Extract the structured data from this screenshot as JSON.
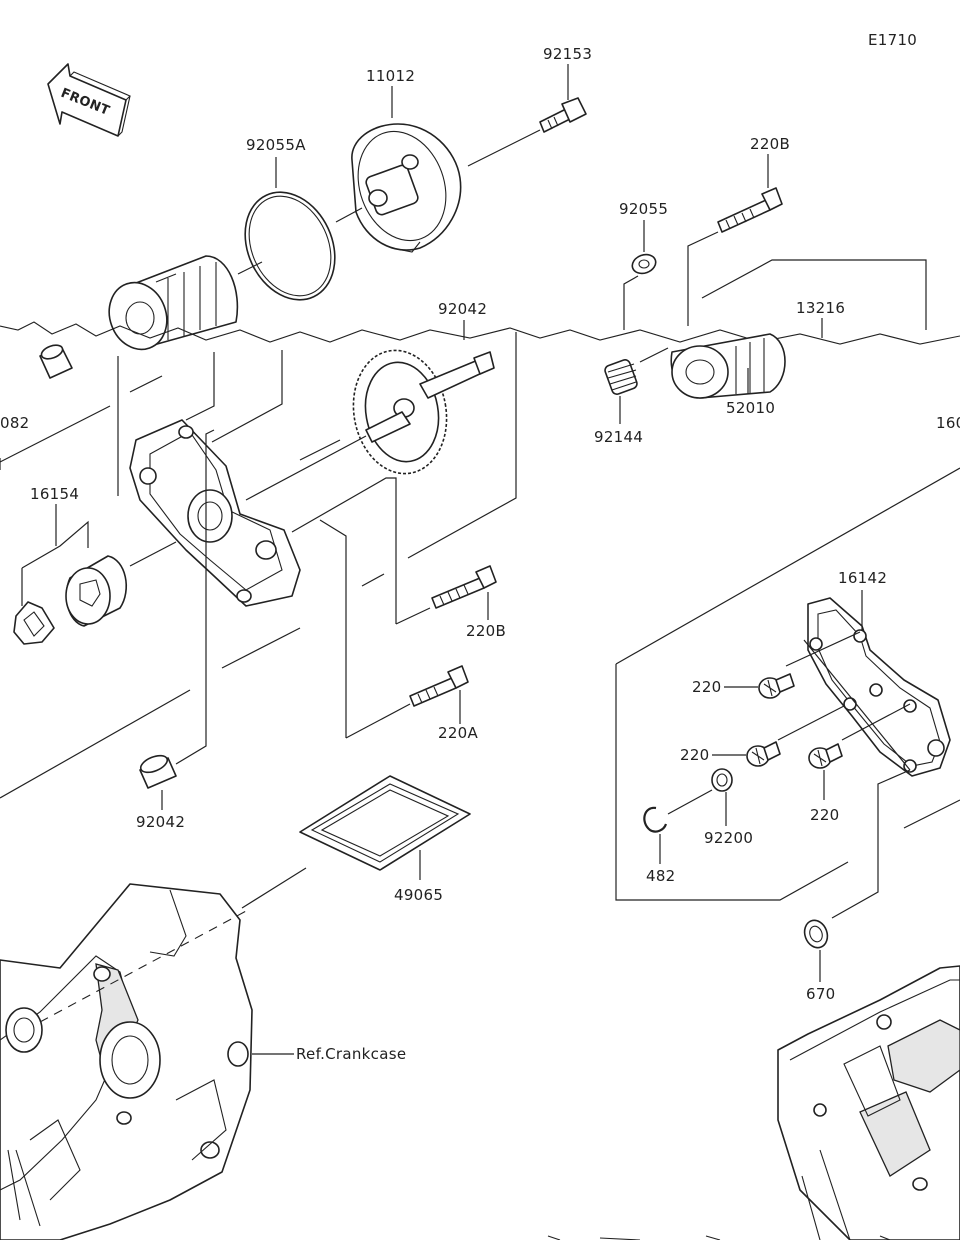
{
  "diagram_code": "E1710",
  "front_label": "FRONT",
  "ref_label": "Ref.Crankcase",
  "parts": {
    "p11012": "11012",
    "p92153": "92153",
    "p92055A": "92055A",
    "p220B_top": "220B",
    "p92055": "92055",
    "p13216": "13216",
    "p92042_top": "92042",
    "p52010": "52010",
    "p92144": "92144",
    "p16154": "16154",
    "p082_partial": "082",
    "p160_partial": "160",
    "p220B": "220B",
    "p220A": "220A",
    "p16142": "16142",
    "p220_a": "220",
    "p220_b": "220",
    "p220_c": "220",
    "p92200": "92200",
    "p482": "482",
    "p92042_bottom": "92042",
    "p49065": "49065",
    "p670": "670"
  }
}
